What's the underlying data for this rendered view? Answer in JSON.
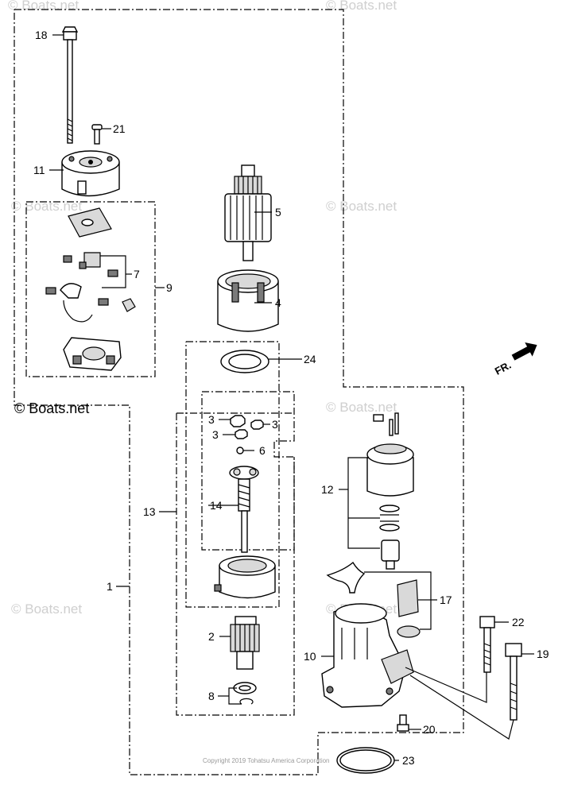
{
  "diagram": {
    "callouts": [
      {
        "id": "c1",
        "text": "1"
      },
      {
        "id": "c2",
        "text": "2"
      },
      {
        "id": "c3a",
        "text": "3"
      },
      {
        "id": "c3b",
        "text": "3"
      },
      {
        "id": "c3c",
        "text": "3"
      },
      {
        "id": "c4",
        "text": "4"
      },
      {
        "id": "c5",
        "text": "5"
      },
      {
        "id": "c6",
        "text": "6"
      },
      {
        "id": "c7",
        "text": "7"
      },
      {
        "id": "c8",
        "text": "8"
      },
      {
        "id": "c9",
        "text": "9"
      },
      {
        "id": "c10",
        "text": "10"
      },
      {
        "id": "c11",
        "text": "11"
      },
      {
        "id": "c12",
        "text": "12"
      },
      {
        "id": "c13",
        "text": "13"
      },
      {
        "id": "c14",
        "text": "14"
      },
      {
        "id": "c17",
        "text": "17"
      },
      {
        "id": "c18",
        "text": "18"
      },
      {
        "id": "c19",
        "text": "19"
      },
      {
        "id": "c20",
        "text": "20"
      },
      {
        "id": "c21",
        "text": "21"
      },
      {
        "id": "c22",
        "text": "22"
      },
      {
        "id": "c23",
        "text": "23"
      },
      {
        "id": "c24",
        "text": "24"
      }
    ],
    "front_indicator": "FR.",
    "watermark_text": "© Boats.net",
    "primary_watermark": "© Boats.net",
    "copyright": "Copyright 2019 Tohatsu America Corporation"
  }
}
